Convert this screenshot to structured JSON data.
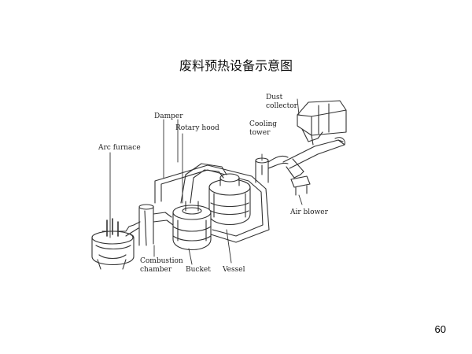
{
  "slide": {
    "title": "废料预热设备示意图",
    "page_number": "60"
  },
  "diagram": {
    "labels": {
      "dust_collector_line1": "Dust",
      "dust_collector_line2": "collector",
      "damper": "Damper",
      "rotary_hood": "Rotary hood",
      "cooling_tower_line1": "Cooling",
      "cooling_tower_line2": "tower",
      "arc_furnace": "Arc furnace",
      "air_blower": "Air blower",
      "combustion_chamber_line1": "Combustion",
      "combustion_chamber_line2": "chamber",
      "bucket": "Bucket",
      "vessel": "Vessel"
    }
  }
}
